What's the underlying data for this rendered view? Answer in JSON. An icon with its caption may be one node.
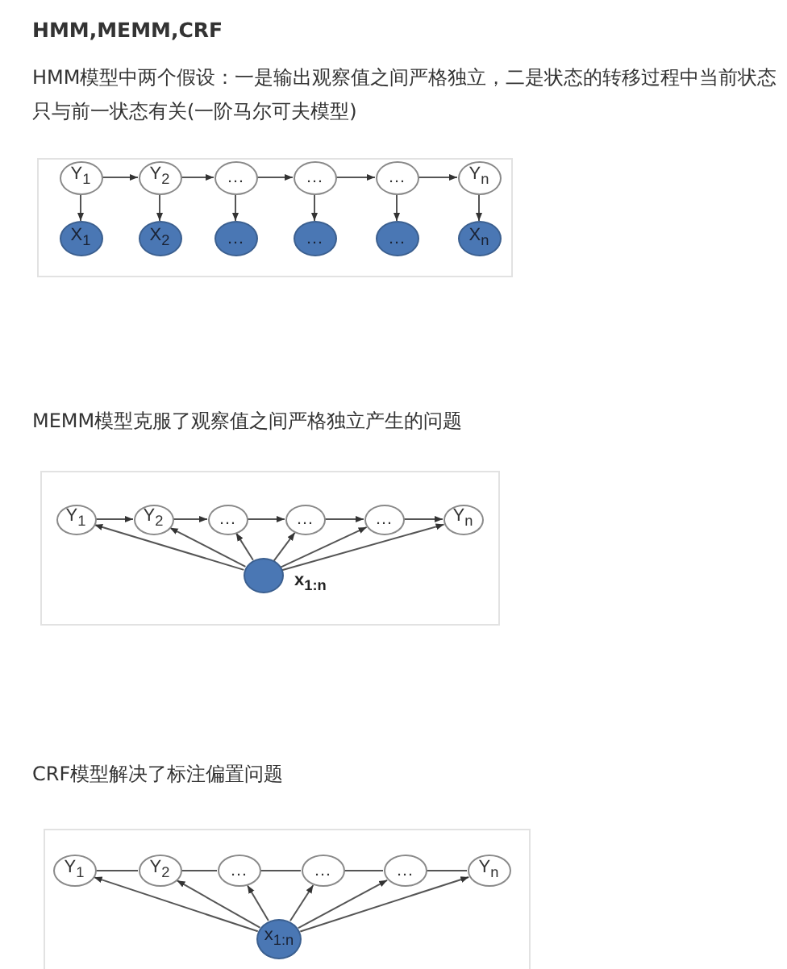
{
  "diagram": {
    "title": "HMM,MEMM,CRF",
    "nodes": [
      {
        "text": [
          "Y$_{1}$"
        ]
      },
      {
        "text": [
          "Y$_{2}$"
        ]
      },
      {
        "text": [
          "…"
        ]
      },
      {
        "text": [
          "…"
        ]
      },
      {
        "text": [
          "…"
        ]
      },
      {
        "text": [
          "Y$_{n}$"
        ]
      },
      {
        "text": [
          "X$_{1}$"
        ]
      },
      {
        "text": [
          "X$_{2}$"
        ]
      },
      {
        "text": [
          "…"
        ]
      },
      {
        "text": [
          "…"
        ]
      },
      {
        "text": [
          "…"
        ]
      },
      {
        "text": [
          "X$_{n}$"
        ]
      },
      {
        "text": [
          "Y$_{1}$"
        ]
      },
      {
        "text": [
          "Y$_{2}$"
        ]
      },
      {
        "text": [
          "…"
        ]
      },
      {
        "text": [
          "…"
        ]
      },
      {
        "text": [
          "…"
        ]
      },
      {
        "text": [
          "Y$_{n}$"
        ]
      },
      {
        "text": [],
        "shape": "circle",
        "beside": [
          "x$_{1:n}$"
        ]
      },
      {
        "text": [
          "Y$_{1}$"
        ]
      },
      {
        "text": [
          "Y$_{2}$"
        ]
      },
      {
        "text": [
          "…"
        ]
      },
      {
        "text": [
          "…"
        ]
      },
      {
        "text": [
          "…"
        ]
      },
      {
        "text": [
          "Y$_{n}$"
        ]
      },
      {
        "text": [
          "x$_{1:n}$"
        ]
      }
    ],
    "edges": [
      {
        "from": 0,
        "to": 1,
        "arrow": "to"
      },
      {
        "from": 1,
        "to": 2,
        "arrow": "to"
      },
      {
        "from": 2,
        "to": 3,
        "arrow": "to"
      },
      {
        "from": 3,
        "to": 4,
        "arrow": "to"
      },
      {
        "from": 4,
        "to": 5,
        "arrow": "to"
      },
      {
        "from": 0,
        "to": 6,
        "arrow": "to"
      },
      {
        "from": 1,
        "to": 7,
        "arrow": "to"
      },
      {
        "from": 2,
        "to": 8,
        "arrow": "to"
      },
      {
        "from": 3,
        "to": 9,
        "arrow": "to"
      },
      {
        "from": 4,
        "to": 10,
        "arrow": "to"
      },
      {
        "from": 5,
        "to": 11,
        "arrow": "to"
      },
      {
        "from": 12,
        "to": 13,
        "arrow": "to"
      },
      {
        "from": 13,
        "to": 14,
        "arrow": "to"
      },
      {
        "from": 14,
        "to": 15,
        "arrow": "to"
      },
      {
        "from": 15,
        "to": 16,
        "arrow": "to"
      },
      {
        "from": 16,
        "to": 17,
        "arrow": "to"
      },
      {
        "from": 18,
        "to": 12,
        "arrow": "to"
      },
      {
        "from": 18,
        "to": 13,
        "arrow": "to"
      },
      {
        "from": 18,
        "to": 14,
        "arrow": "to"
      },
      {
        "from": 18,
        "to": 15,
        "arrow": "to"
      },
      {
        "from": 18,
        "to": 16,
        "arrow": "to"
      },
      {
        "from": 18,
        "to": 17,
        "arrow": "to"
      },
      {
        "from": 19,
        "to": 20,
        "arrow": "none"
      },
      {
        "from": 20,
        "to": 21,
        "arrow": "none"
      },
      {
        "from": 21,
        "to": 22,
        "arrow": "none"
      },
      {
        "from": 22,
        "to": 23,
        "arrow": "none"
      },
      {
        "from": 23,
        "to": 24,
        "arrow": "none"
      },
      {
        "from": 25,
        "to": 19,
        "arrow": "to"
      },
      {
        "from": 25,
        "to": 20,
        "arrow": "to"
      },
      {
        "from": 25,
        "to": 21,
        "arrow": "to"
      },
      {
        "from": 25,
        "to": 22,
        "arrow": "to"
      },
      {
        "from": 25,
        "to": 23,
        "arrow": "to"
      },
      {
        "from": 25,
        "to": 24,
        "arrow": "to"
      }
    ],
    "labels": [
      "HMM模型中两个假设：一是输出观察值之间严格独立，二是状态的转移过程中当前状态只与前一状态有关(一阶马尔可夫模型)",
      "MEMM模型克服了观察值之间严格独立产生的问题",
      "CRF模型解决了标注偏置问题"
    ]
  }
}
